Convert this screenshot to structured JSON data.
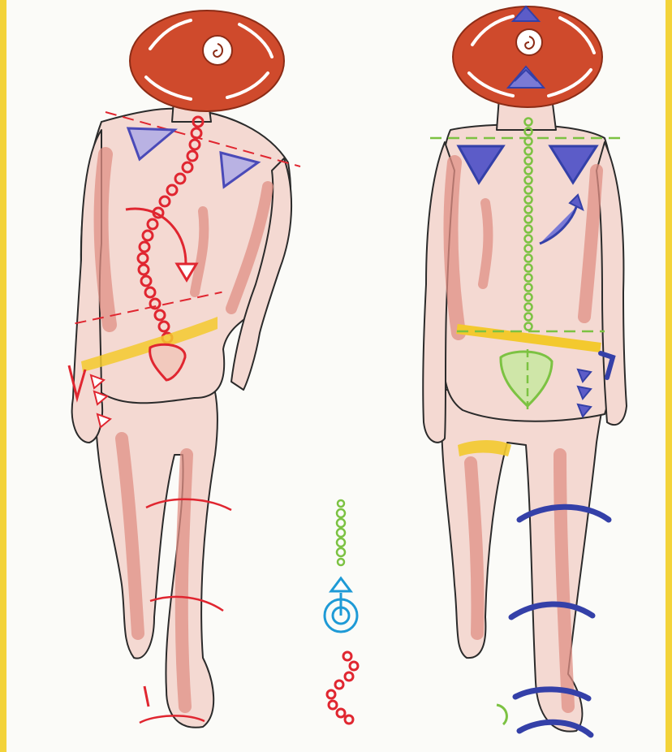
{
  "illustration": {
    "left_figure": {
      "view": "back",
      "spine_style": "red-curved-beads",
      "marker_colors": {
        "spine": "#e02630",
        "scapula": "#5c5cc8",
        "pelvis": "#f3c92e"
      }
    },
    "right_figure": {
      "view": "back",
      "spine_style": "green-straight-beads",
      "marker_colors": {
        "spine": "#7cc242",
        "scapula": "#3f48b8",
        "pelvis": "#f3c92e",
        "rotation_arrows": "#3440a8"
      }
    },
    "legend_icons": [
      "green-straight-spine-icon",
      "blue-upward-spiral-icon",
      "red-curved-spine-icon"
    ],
    "frame_color": "#f3d33a",
    "paper_color": "#fbfbf8"
  }
}
